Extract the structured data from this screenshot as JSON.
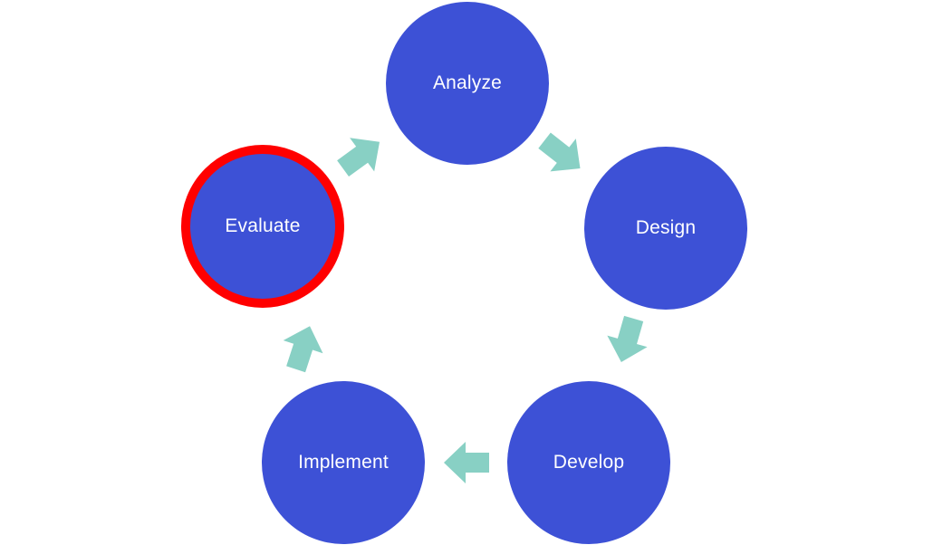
{
  "diagram": {
    "type": "cycle",
    "colors": {
      "node_fill": "#3d51d6",
      "node_text": "#ffffff",
      "arrow_fill": "#88d0c4",
      "highlight_border": "#ff0000"
    },
    "nodes": [
      {
        "id": "analyze",
        "label": "Analyze",
        "highlighted": false
      },
      {
        "id": "design",
        "label": "Design",
        "highlighted": false
      },
      {
        "id": "develop",
        "label": "Develop",
        "highlighted": false
      },
      {
        "id": "implement",
        "label": "Implement",
        "highlighted": false
      },
      {
        "id": "evaluate",
        "label": "Evaluate",
        "highlighted": true
      }
    ],
    "edges": [
      {
        "from": "analyze",
        "to": "design"
      },
      {
        "from": "design",
        "to": "develop"
      },
      {
        "from": "develop",
        "to": "implement"
      },
      {
        "from": "implement",
        "to": "evaluate"
      },
      {
        "from": "evaluate",
        "to": "analyze"
      }
    ]
  }
}
